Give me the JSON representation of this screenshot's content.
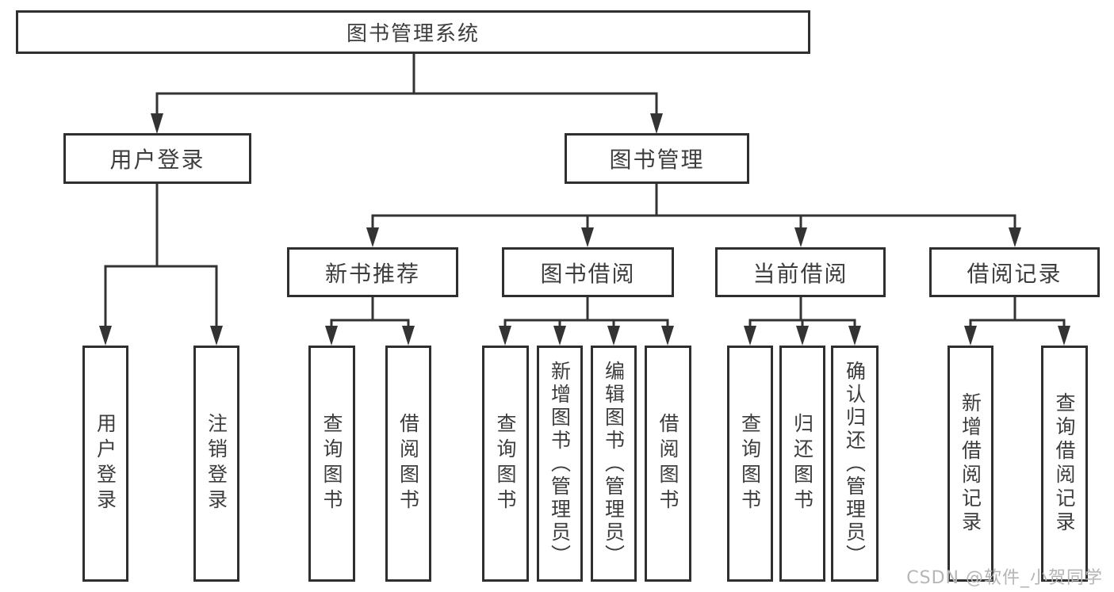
{
  "tree": {
    "root": {
      "label": "图书管理系统",
      "children": [
        {
          "label": "用户登录",
          "children": [
            {
              "label": "用户登录"
            },
            {
              "label": "注销登录"
            }
          ]
        },
        {
          "label": "图书管理",
          "children": [
            {
              "label": "新书推荐",
              "children": [
                {
                  "label": "查询图书"
                },
                {
                  "label": "借阅图书"
                }
              ]
            },
            {
              "label": "图书借阅",
              "children": [
                {
                  "label": "查询图书"
                },
                {
                  "label": "新增图书（管理员）"
                },
                {
                  "label": "编辑图书（管理员）"
                },
                {
                  "label": "借阅图书"
                }
              ]
            },
            {
              "label": "当前借阅",
              "children": [
                {
                  "label": "查询图书"
                },
                {
                  "label": "归还图书"
                },
                {
                  "label": "确认归还（管理员）"
                }
              ]
            },
            {
              "label": "借阅记录",
              "children": [
                {
                  "label": "新增借阅记录"
                },
                {
                  "label": "查询借阅记录"
                }
              ]
            }
          ]
        }
      ]
    }
  },
  "watermark": {
    "text": "CSDN @软件_小贺同学"
  },
  "colors": {
    "line": "#333333",
    "box_border": "#2f2f2f",
    "text": "#3d3d3d",
    "watermark": "#b5b5b5",
    "background": "#ffffff"
  }
}
